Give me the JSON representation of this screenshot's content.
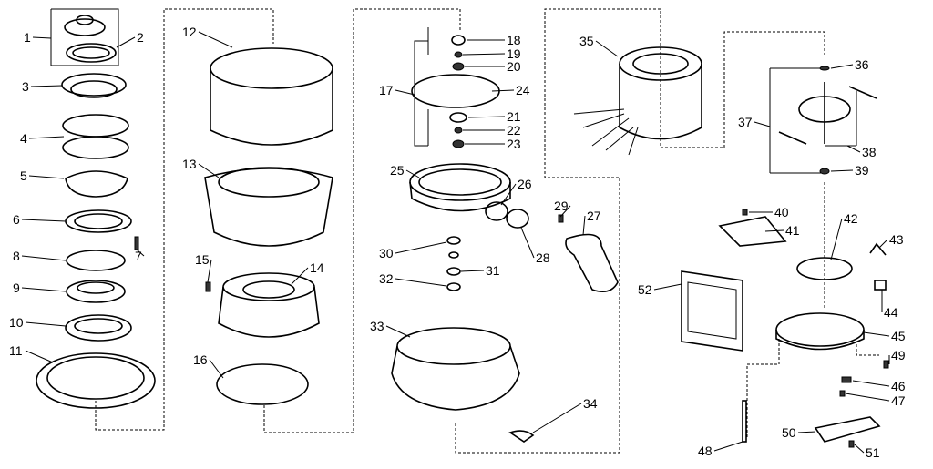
{
  "diagram": {
    "type": "exploded-parts-diagram",
    "labels": [
      "1",
      "2",
      "3",
      "4",
      "5",
      "6",
      "7",
      "8",
      "9",
      "10",
      "11",
      "12",
      "13",
      "14",
      "15",
      "16",
      "17",
      "18",
      "19",
      "20",
      "21",
      "22",
      "23",
      "24",
      "25",
      "26",
      "27",
      "28",
      "29",
      "30",
      "31",
      "32",
      "33",
      "34",
      "35",
      "36",
      "37",
      "38",
      "39",
      "40",
      "41",
      "42",
      "43",
      "44",
      "45",
      "46",
      "47",
      "48",
      "49",
      "50",
      "51",
      "52"
    ]
  }
}
